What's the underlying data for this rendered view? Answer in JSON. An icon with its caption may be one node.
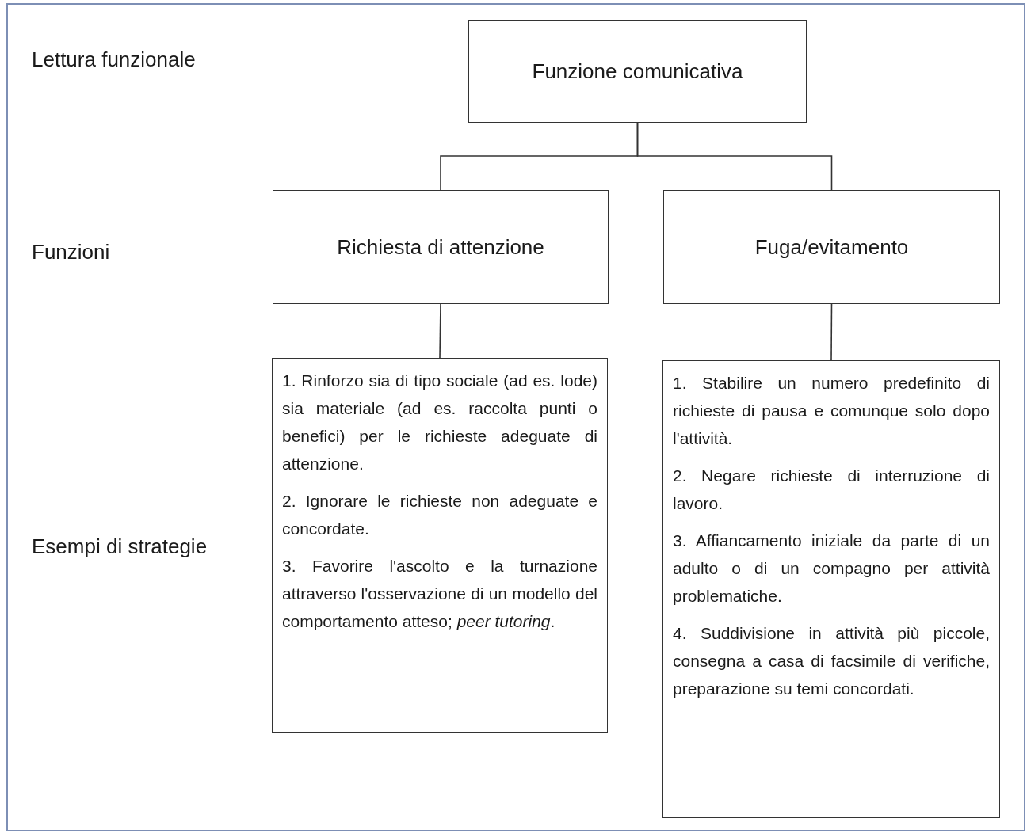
{
  "diagram": {
    "nodes": [
      {
        "text": [
          "Funzione comunicativa"
        ]
      },
      {
        "text": [
          "Richiesta di attenzione"
        ]
      },
      {
        "text": [
          "Fuga/evitamento"
        ]
      },
      {
        "text": [
          "1. Rinforzo sia di tipo sociale (ad es. lode) sia materiale (ad es. raccolta punti o benefici) per le richieste adeguate di attenzione.",
          "2. Ignorare le richieste non adeguate e concordate.",
          "3. Favorire l'ascolto e la turnazione attraverso l'osservazione di un modello del comportamento atteso; *peer tutoring*."
        ]
      },
      {
        "text": [
          "1. Stabilire un numero predefinito di richieste di pausa e comunque solo dopo l'attività.",
          "2. Negare richieste di interruzione di lavoro.",
          "3. Affiancamento iniziale da parte di un adulto o di un compagno per attività problematiche.",
          "4. Suddivisione in attività più piccole, consegna a casa di facsimile di verifiche, preparazione su temi concordati."
        ]
      }
    ],
    "edges": [
      {
        "from": 0,
        "to": 1,
        "arrow": "none"
      },
      {
        "from": 0,
        "to": 2,
        "arrow": "none"
      },
      {
        "from": 1,
        "to": 3,
        "arrow": "none"
      },
      {
        "from": 2,
        "to": 4,
        "arrow": "none"
      }
    ],
    "labels": [
      "Lettura funzionale",
      "Funzioni",
      "Esempi di strategie"
    ]
  }
}
